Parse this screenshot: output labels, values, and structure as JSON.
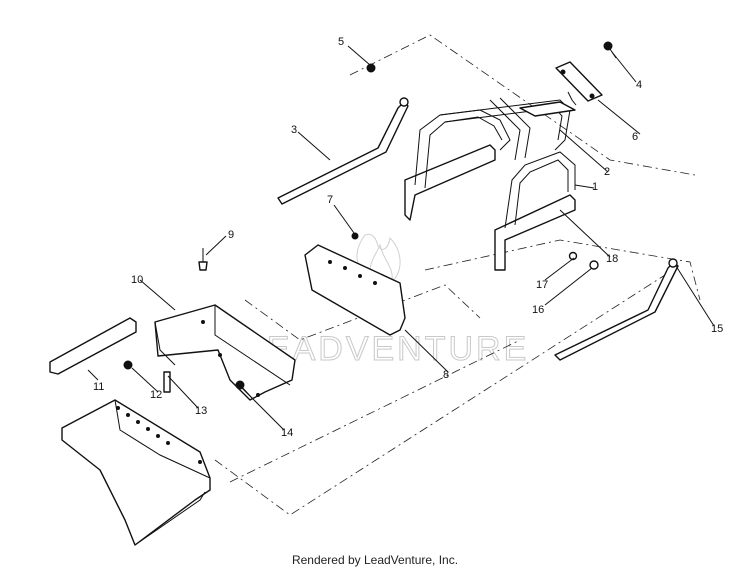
{
  "watermark": {
    "text": "LEADVENTURE"
  },
  "callouts": [
    "1",
    "2",
    "3",
    "4",
    "5",
    "6",
    "7",
    "8",
    "9",
    "10",
    "11",
    "12",
    "13",
    "14",
    "15",
    "16",
    "17",
    "18"
  ],
  "footer": {
    "text": "Rendered by LeadVenture, Inc."
  }
}
